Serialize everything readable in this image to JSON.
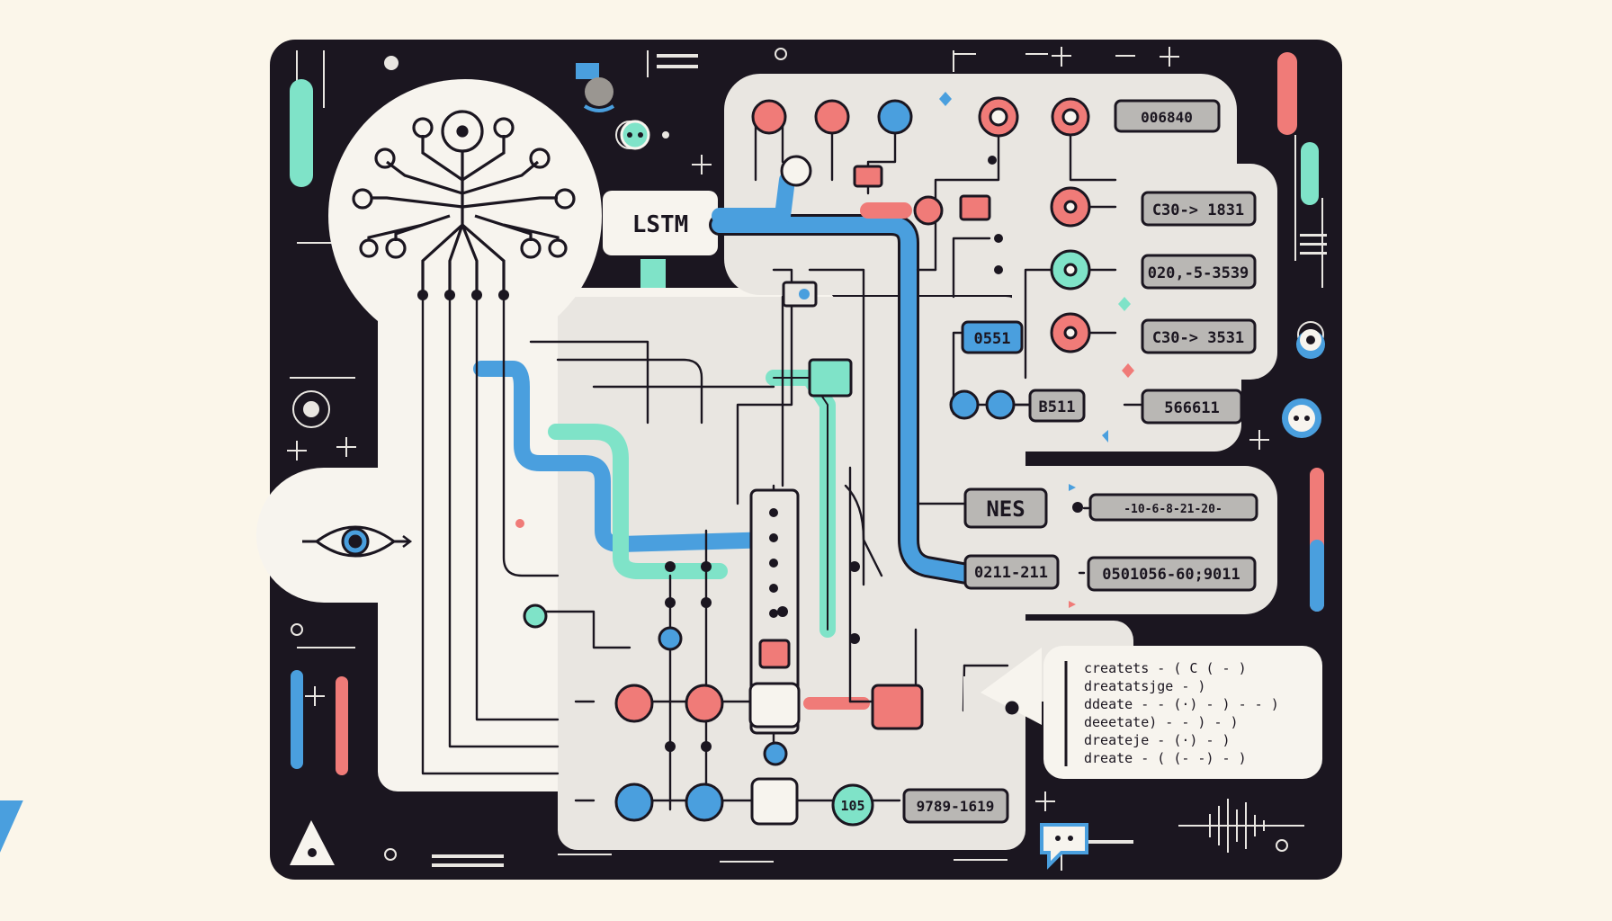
{
  "colors": {
    "page_bg": "#fbf6ea",
    "panel_bg": "#1b1620",
    "card": "#e9e6e1",
    "card_light": "#f7f4ee",
    "line": "#1b1620",
    "blue": "#4a9fde",
    "mint": "#7fe3c8",
    "coral": "#f07b78",
    "label_bg": "#b9b7b4"
  },
  "title_tag": "LSTM",
  "labels": {
    "top": "006840",
    "r1": "C30-> 1831",
    "r2": "020,-5-3539",
    "r3": "C30-> 3531",
    "blue_tag": "0551",
    "small_tag": "B511",
    "r4": "566611",
    "nes": "NES",
    "seq": "-10-6-8-21-20-",
    "left_code": "0211-211",
    "right_code": "0501056-60;9011",
    "bottom_code": "9789-1619",
    "node_105": "105"
  },
  "code_panel": {
    "lines": [
      "createts - ( C ( - )",
      "dreatatsjge -  )",
      "ddeate - - (·) - ) - - )",
      "deeetate) - - ) - )",
      "dreateje - (·) - )",
      "dreate - ( (- -) - )"
    ]
  },
  "icons": {
    "neuron": "neural-tree-icon",
    "eye": "eye-icon",
    "chat": "chat-bubble-icon",
    "warning": "warning-triangle-icon",
    "waveform": "waveform-icon",
    "target": "crosshair-icon"
  }
}
